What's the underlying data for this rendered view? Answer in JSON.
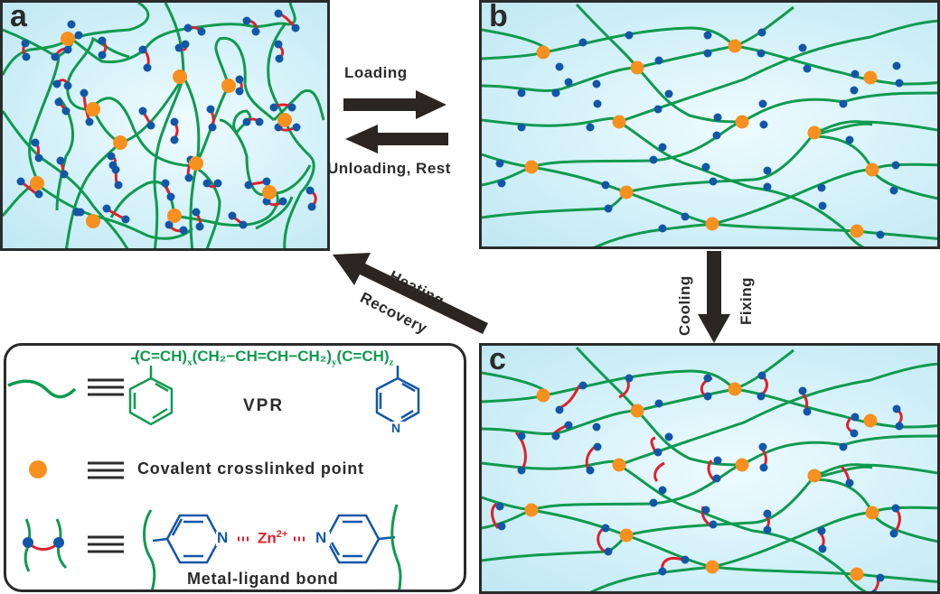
{
  "panels": {
    "a": {
      "letter": "a"
    },
    "b": {
      "letter": "b"
    },
    "c": {
      "letter": "c"
    }
  },
  "arrows": {
    "loading": "Loading",
    "unloading": "Unloading, Rest",
    "heating": "Heating",
    "recovery": "Recovery",
    "cooling": "Cooling",
    "fixing": "Fixing"
  },
  "legend": {
    "polymer_name": "VPR",
    "formula": {
      "unit1": "(C=CH)",
      "sub_x": "x",
      "unit2": "(CH₂−CH=CH−CH₂)",
      "sub_y": "y",
      "unit3": "(C=CH)",
      "sub_z": "z"
    },
    "pyridine_n": "N",
    "covalent_label": "Covalent crosslinked point",
    "metal_ligand_label": "Metal-ligand bond",
    "zn_label": "Zn",
    "zn_charge": "2+",
    "n_left": "N",
    "n_right": "N"
  },
  "colors": {
    "chain": "#0f9a4e",
    "crosslink": "#f7901e",
    "ligand": "#1256a8",
    "bond": "#e0202a",
    "arrow": "#2b2523",
    "panel_bg": "#cdeef7",
    "text": "#2b2b2b"
  }
}
